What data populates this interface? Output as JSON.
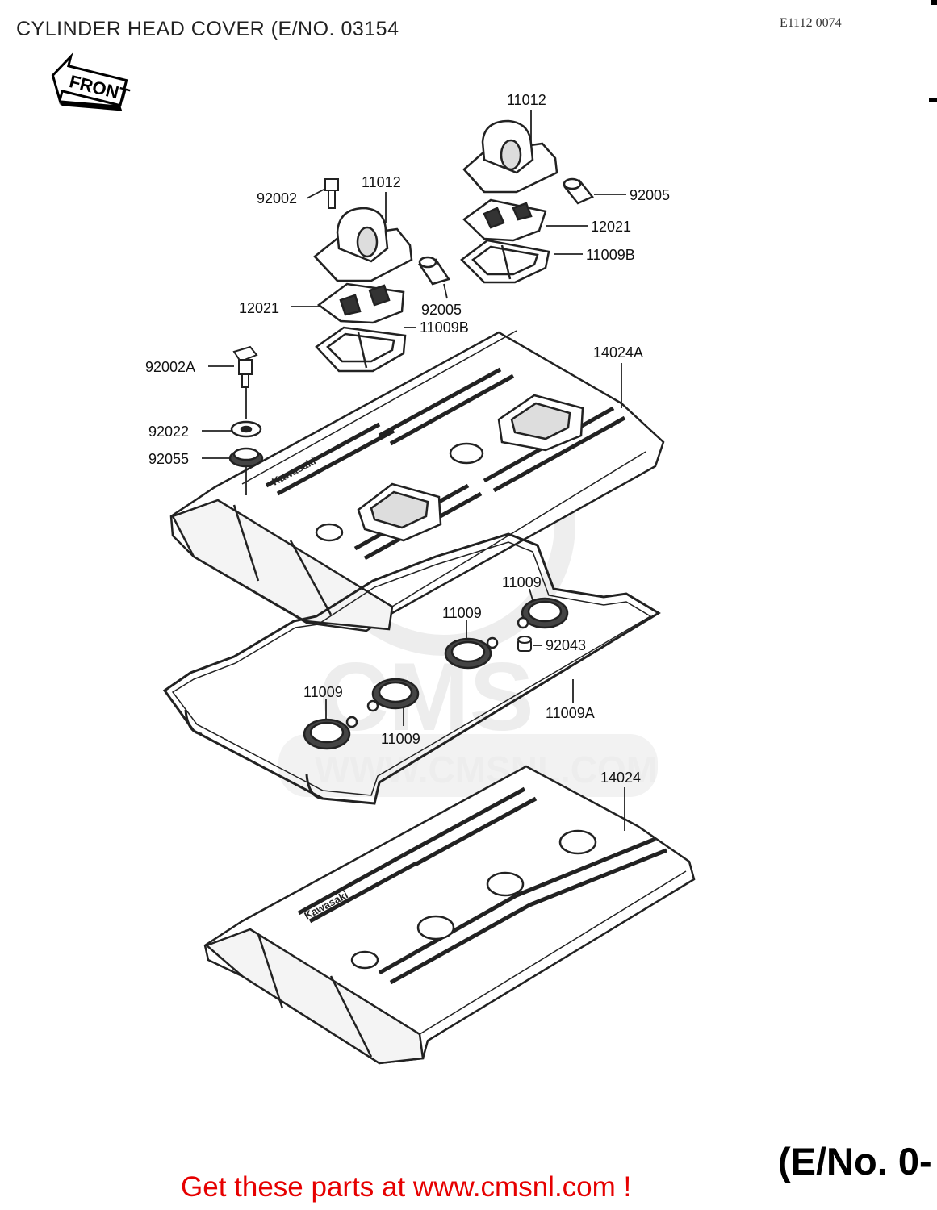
{
  "header": {
    "title": "CYLINDER HEAD COVER (E/NO. 03154",
    "ref_code": "E1112 0074"
  },
  "front_badge": "FRONT",
  "callouts": {
    "c11012_top": "11012",
    "c11012_left": "11012",
    "c92002": "92002",
    "c92005_top": "92005",
    "c92005_mid": "92005",
    "c12021_right": "12021",
    "c12021_left": "12021",
    "c11009B_right": "11009B",
    "c11009B_left": "11009B",
    "c92002A": "92002A",
    "c14024A": "14024A",
    "c92022": "92022",
    "c92055": "92055",
    "c11009_a": "11009",
    "c11009_b": "11009",
    "c11009_c": "11009",
    "c11009_d": "11009",
    "c92043": "92043",
    "c11009A": "11009A",
    "c14024": "14024"
  },
  "cover_lettering": "Kawasaki",
  "watermark": {
    "line1": "CMS",
    "line2": "WWW.CMSNL.COM"
  },
  "footer": {
    "promo": "Get these parts at www.cmsnl.com !",
    "eno_label": "(E/No. 0-"
  }
}
